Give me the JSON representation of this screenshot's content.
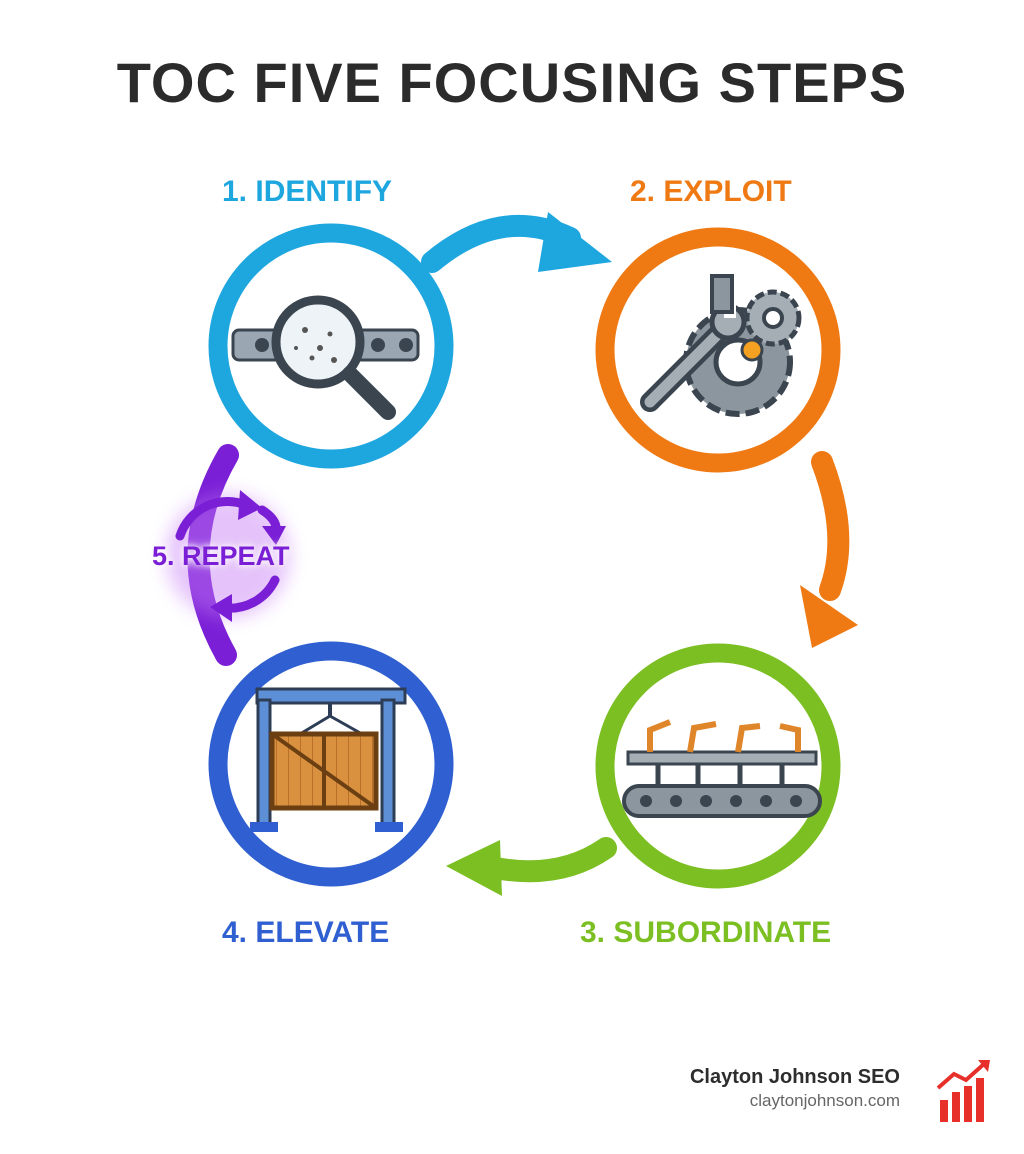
{
  "title": "TOC FIVE FOCUSING STEPS",
  "steps": [
    {
      "label": "1. IDENTIFY",
      "color": "#1ea6df",
      "icon": "magnifier-on-conveyor-icon"
    },
    {
      "label": "2. EXPLOIT",
      "color": "#ef7a14",
      "icon": "wrench-and-gears-icon"
    },
    {
      "label": "3. SUBORDINATE",
      "color": "#7cbf23",
      "icon": "robot-arm-assembly-line-icon"
    },
    {
      "label": "4. ELEVATE",
      "color": "#2f5fd0",
      "icon": "crate-lift-icon"
    },
    {
      "label": "5. REPEAT",
      "color": "#7a1fd6",
      "icon": "cycle-arrows-icon"
    }
  ],
  "brand": {
    "name": "Clayton Johnson SEO",
    "url": "claytonjohnson.com",
    "logo_icon": "bar-chart-trend-icon",
    "logo_color": "#e8302a"
  }
}
